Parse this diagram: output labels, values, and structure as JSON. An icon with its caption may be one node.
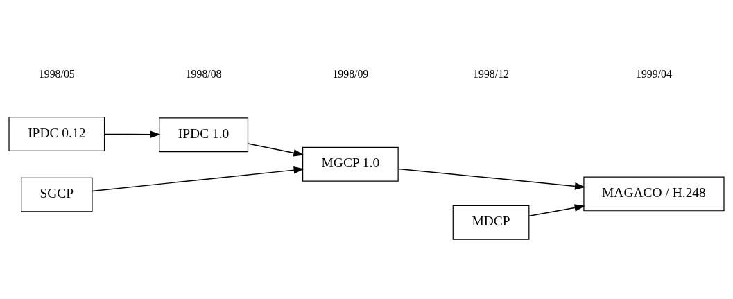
{
  "diagram": {
    "nodes": [
      {
        "text": [
          "IPDC 0.12"
        ]
      },
      {
        "text": [
          "IPDC 1.0"
        ]
      },
      {
        "text": [
          "MGCP 1.0"
        ]
      },
      {
        "text": [
          "SGCP"
        ]
      },
      {
        "text": [
          "MAGACO / H.248"
        ]
      },
      {
        "text": [
          "MDCP"
        ]
      }
    ],
    "edges": [
      {
        "from": 0,
        "to": 1,
        "arrow": "to"
      },
      {
        "from": 1,
        "to": 2,
        "arrow": "to"
      },
      {
        "from": 3,
        "to": 2,
        "arrow": "to"
      },
      {
        "from": 2,
        "to": 4,
        "arrow": "to"
      },
      {
        "from": 5,
        "to": 4,
        "arrow": "to"
      }
    ],
    "labels": [
      "1998/05",
      "1998/08",
      "1998/09",
      "1998/12",
      "1999/04"
    ]
  }
}
